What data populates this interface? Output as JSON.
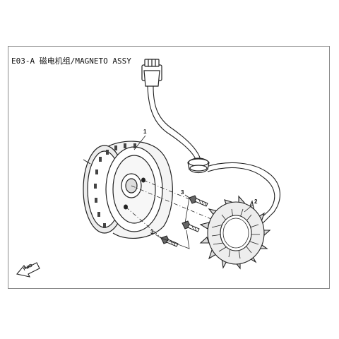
{
  "header": {
    "title": "E03-A 磁电机组/MAGNETO ASSY"
  },
  "callouts": {
    "flywheel": "1",
    "stator": "2",
    "bolt_upper": "3",
    "bolt_lower": "3"
  },
  "fwd_label": "FWD",
  "colors": {
    "line": "#222222",
    "frame": "#8a8a8a",
    "background": "#ffffff"
  }
}
